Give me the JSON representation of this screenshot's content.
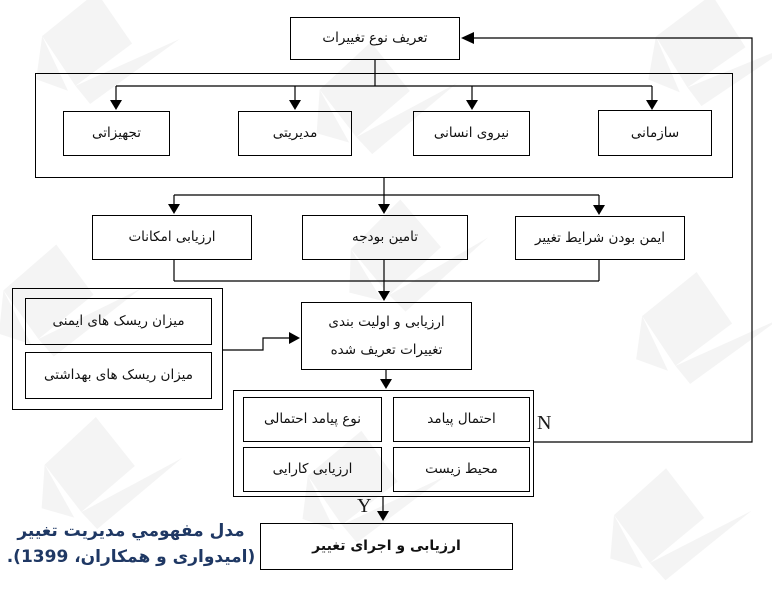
{
  "diagram": {
    "type": "flowchart",
    "language": "fa",
    "nodes": {
      "define_changes": "تعریف نوع تغییرات",
      "equipment": "تجهیزاتی",
      "managerial": "مدیریتی",
      "human_resources": "نیروی انسانی",
      "organizational": "سازمانی",
      "facilities_assessment": "ارزیابی امکانات",
      "budget_provision": "تامین بودجه",
      "safe_conditions": "ایمن بودن شرایط تغییر",
      "safety_risk_level": "میزان ریسک های ایمنی",
      "health_risk_level": "میزان ریسک های بهداشتی",
      "evaluate_prioritize_line1": "ارزیابی و اولیت بندی",
      "evaluate_prioritize_line2": "تغییرات تعریف شده",
      "consequence_type": "نوع پیامد احتمالی",
      "consequence_probability": "احتمال پیامد",
      "efficiency_evaluation": "ارزیابی کارایی",
      "environment": "محیط زیست",
      "evaluate_execute_change": "ارزیابی و اجرای تغییر"
    },
    "branch_labels": {
      "no": "N",
      "yes": "Y"
    },
    "caption": {
      "line1": "مدل مفهومي مدیریت تغییر",
      "line2": "(امیدواری و همکاران، 1399).",
      "color": "#1f3864"
    },
    "colors": {
      "line": "#000000",
      "box_background": "#ffffff",
      "box_border": "#000000"
    }
  }
}
